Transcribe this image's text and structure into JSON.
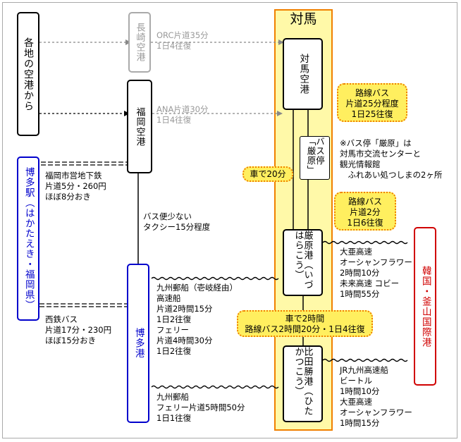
{
  "origins": {
    "various_airports": "各地の空港から",
    "hakata_station": "博多駅（はかたえき・福岡県）"
  },
  "airports": {
    "nagasaki": "長崎空港",
    "fukuoka": "福岡空港"
  },
  "flights": {
    "orc": "ORC片道35分\n1日4往復",
    "ana": "ANA片道30分\n1日4往復"
  },
  "tsushima": {
    "title": "対馬",
    "airport": "対馬空港",
    "bus_stop": "バス停「厳原」",
    "izuhara_port": "厳原港（いづはらこう）",
    "hitakatsu_port": "比田勝港（ひたかつこう）"
  },
  "callouts": {
    "bus_airport": "路線バス\n片道25分程度\n1日25往復",
    "car_20": "車で20分",
    "bus_2min": "路線バス\n片道2分\n1日6往復",
    "between_ports": "車で2時間\n路線バス2時間20分・1日4往復"
  },
  "bus_stop_note": "※バス停「厳原」は\n対馬市交流センターと\n観光情報館\n　ふれあい処つしまの2ヶ所",
  "subway": "福岡市営地下鉄\n片道5分・260円\nほぼ8分おき",
  "airport_to_port": "バス便少ない\nタクシー15分程度",
  "nishitetsu": "西鉄バス\n片道17分・230円\nほぼ15分おき",
  "hakata_port": "博多港",
  "ferry_izuhara": "九州郵船（壱岐経由）\n高速船\n片道2時間15分\n1日2往復\nフェリー\n片道4時間30分\n1日2往復",
  "ferry_hitakatsu": "九州郵船\nフェリー片道5時間50分\n1日1往復",
  "korea": {
    "busan": "韓国・釜山国際港",
    "izuhara_routes": "大亜高速\nオーシャンフラワー\n2時間10分\n未来高速 コビー\n1時間55分",
    "hitakatsu_routes": "JR九州高速船\nビートル\n1時間10分\n大亜高速\nオーシャンフラワー\n1時間15分"
  },
  "colors": {
    "tsushima_fill": "#fff9a8",
    "tsushima_border": "#f08000",
    "callout_fill": "#ffef5f",
    "busan_border": "#d00000",
    "hakata_border": "#0000cc"
  }
}
